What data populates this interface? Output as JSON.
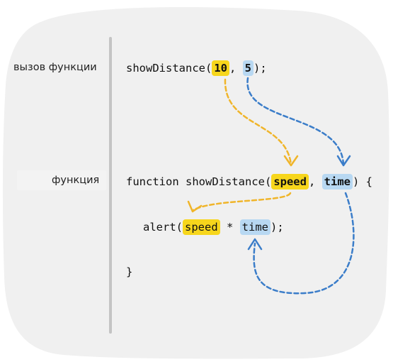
{
  "labels": {
    "call": "вызов функции",
    "function": "функция"
  },
  "code": {
    "call": {
      "prefix": "showDistance(",
      "arg1": "10",
      "sep": ", ",
      "arg2": "5",
      "suffix": ");"
    },
    "func": {
      "prefix": "function showDistance(",
      "param1": "speed",
      "sep": ", ",
      "param2": "time",
      "suffix": ") {"
    },
    "alert": {
      "prefix": "alert(",
      "use1": "speed",
      "op": " * ",
      "use2": "time",
      "suffix": ");"
    },
    "close": "}"
  },
  "colors": {
    "yellow_highlight": "#f7d61c",
    "blue_highlight": "#b8d8f2",
    "yellow_arrow": "#f0b52a",
    "blue_arrow": "#3b7dc9",
    "blob": "#f0f0f0"
  }
}
